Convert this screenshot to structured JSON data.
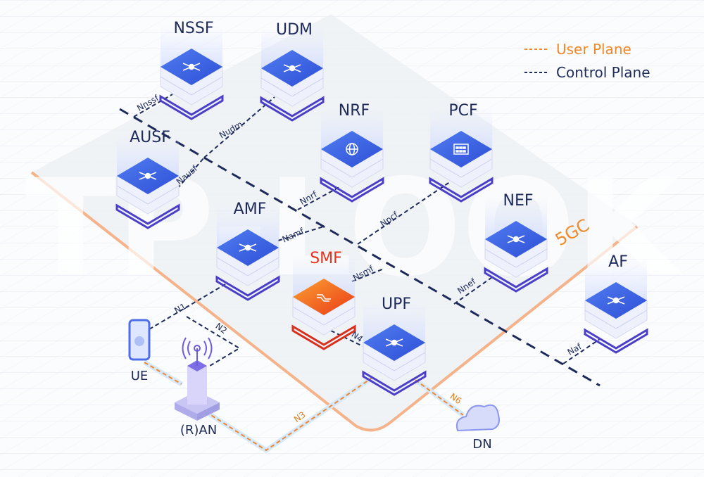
{
  "legend": {
    "user_plane": {
      "label": "User Plane",
      "color": "#f0882a"
    },
    "control_plane": {
      "label": "Control Plane",
      "color": "#1e2a5a"
    }
  },
  "watermark": "TP-LOOK",
  "core_label": "5GC",
  "nodes": [
    {
      "id": "nssf",
      "label": "NSSF",
      "icon": "network-hub-icon"
    },
    {
      "id": "udm",
      "label": "UDM",
      "icon": "network-hub-icon"
    },
    {
      "id": "nrf",
      "label": "NRF",
      "icon": "globe-icon"
    },
    {
      "id": "pcf",
      "label": "PCF",
      "icon": "calculator-icon"
    },
    {
      "id": "ausf",
      "label": "AUSF",
      "icon": "network-hub-icon"
    },
    {
      "id": "amf",
      "label": "AMF",
      "icon": "network-hub-icon"
    },
    {
      "id": "nef",
      "label": "NEF",
      "icon": "network-hub-icon"
    },
    {
      "id": "smf",
      "label": "SMF",
      "icon": "routing-icon",
      "highlight": true
    },
    {
      "id": "upf",
      "label": "UPF",
      "icon": "network-hub-icon"
    },
    {
      "id": "af",
      "label": "AF",
      "icon": "network-hub-icon"
    }
  ],
  "endpoints": {
    "ue": "UE",
    "ran": "(R)AN",
    "dn": "DN"
  },
  "interfaces": {
    "nnssf": "Nnssf",
    "nudm": "Nudm",
    "nausf": "Nausf",
    "nnrf": "Nnrf",
    "npcf": "Npcf",
    "namf": "Namf",
    "nsmf": "Nsmf",
    "nnef": "Nnef",
    "naf": "Naf",
    "n1": "N1",
    "n2": "N2",
    "n3": "N3",
    "n4": "N4",
    "n6": "N6"
  },
  "colors": {
    "node_blue": "#3b63e0",
    "smf_orange": "#f0601e",
    "accent_orange": "#f08a2a",
    "navy": "#1e2a5a"
  }
}
